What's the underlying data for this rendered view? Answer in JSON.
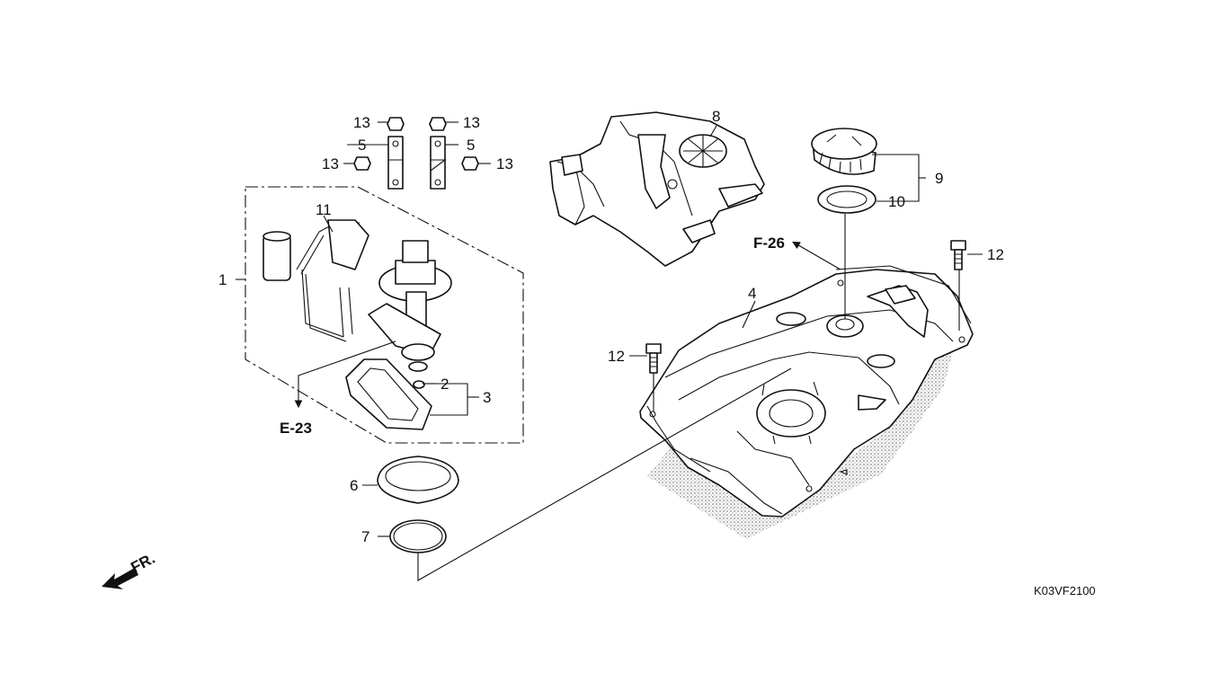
{
  "diagram": {
    "drawing_code": "K03VF2100",
    "front_indicator": "FR.",
    "references": {
      "pump": "E-23",
      "cover": "F-26"
    },
    "callouts": {
      "n1": "1",
      "n2": "2",
      "n3": "3",
      "n4": "4",
      "n5a": "5",
      "n5b": "5",
      "n6": "6",
      "n7": "7",
      "n8": "8",
      "n9": "9",
      "n10": "10",
      "n11": "11",
      "n12a": "12",
      "n12b": "12",
      "n13a": "13",
      "n13b": "13",
      "n13c": "13",
      "n13d": "13"
    },
    "parts": [
      {
        "id": "fuel-pump-assembly",
        "icon": "fuel-pump-icon"
      },
      {
        "id": "fuel-tank",
        "icon": "fuel-tank-icon"
      },
      {
        "id": "tank-cover",
        "icon": "cover-icon"
      },
      {
        "id": "fuel-cap",
        "icon": "cap-icon"
      }
    ]
  }
}
